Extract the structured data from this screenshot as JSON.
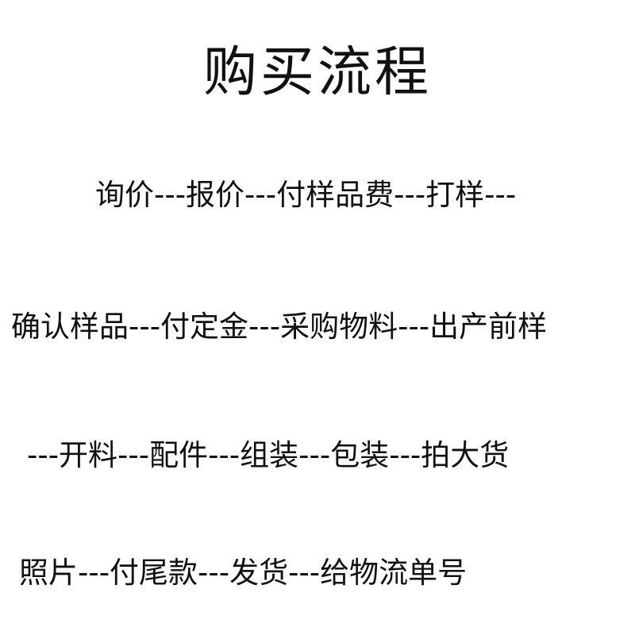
{
  "title": "购买流程",
  "lines": [
    "询价---报价---付样品费---打样---",
    "确认样品---付定金---采购物料---出产前样",
    "---开料---配件---组装---包装---拍大货",
    "照片---付尾款---发货---给物流单号"
  ]
}
